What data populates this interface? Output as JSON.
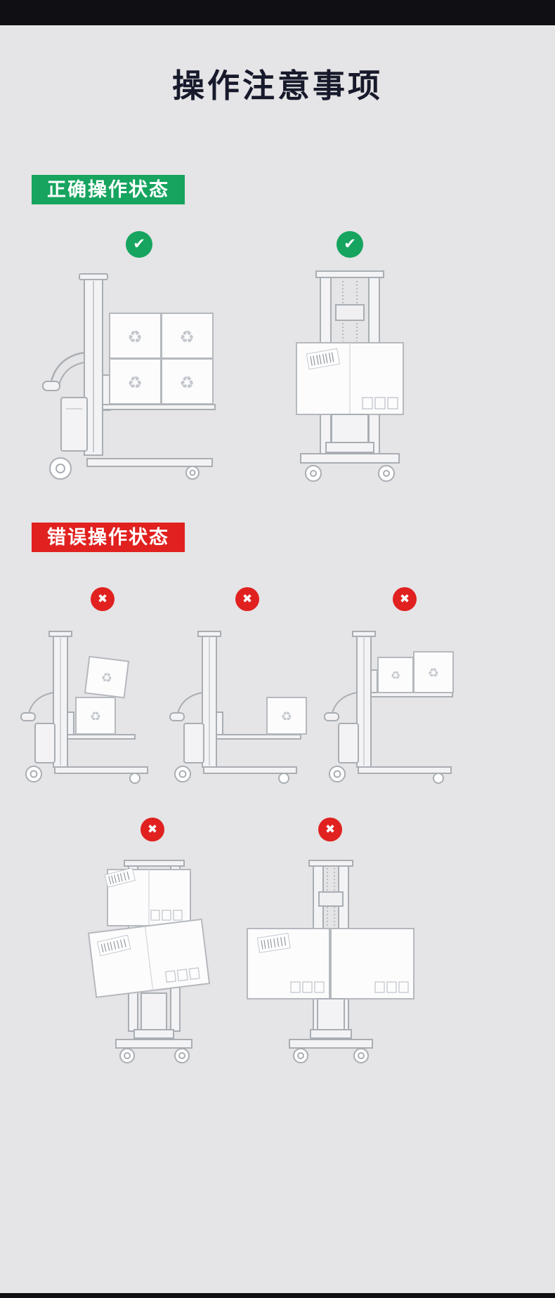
{
  "page": {
    "title": "操作注意事项",
    "background_color": "#e5e4e6",
    "top_bar_color": "#101014",
    "bottom_bar_color": "#101014",
    "title_color": "#171a2b"
  },
  "sections": {
    "correct": {
      "label": "正确操作状态",
      "badge_color": "#16a45f",
      "mark_glyph": "✔",
      "mark_color": "#16a45f",
      "figures": [
        {
          "name": "stacker-side-view-four-boxes-stacked-evenly"
        },
        {
          "name": "stacker-front-view-single-box-centered"
        }
      ]
    },
    "wrong": {
      "label": "错误操作状态",
      "badge_color": "#e0211f",
      "mark_glyph": "✖",
      "mark_color": "#e0211f",
      "figures": [
        {
          "name": "stacker-side-view-boxes-stacked-offset"
        },
        {
          "name": "stacker-side-view-box-at-fork-tips"
        },
        {
          "name": "stacker-side-view-load-raised-high"
        },
        {
          "name": "stacker-front-view-boxes-tilted-unbalanced"
        },
        {
          "name": "stacker-front-view-load-too-wide"
        }
      ]
    }
  }
}
